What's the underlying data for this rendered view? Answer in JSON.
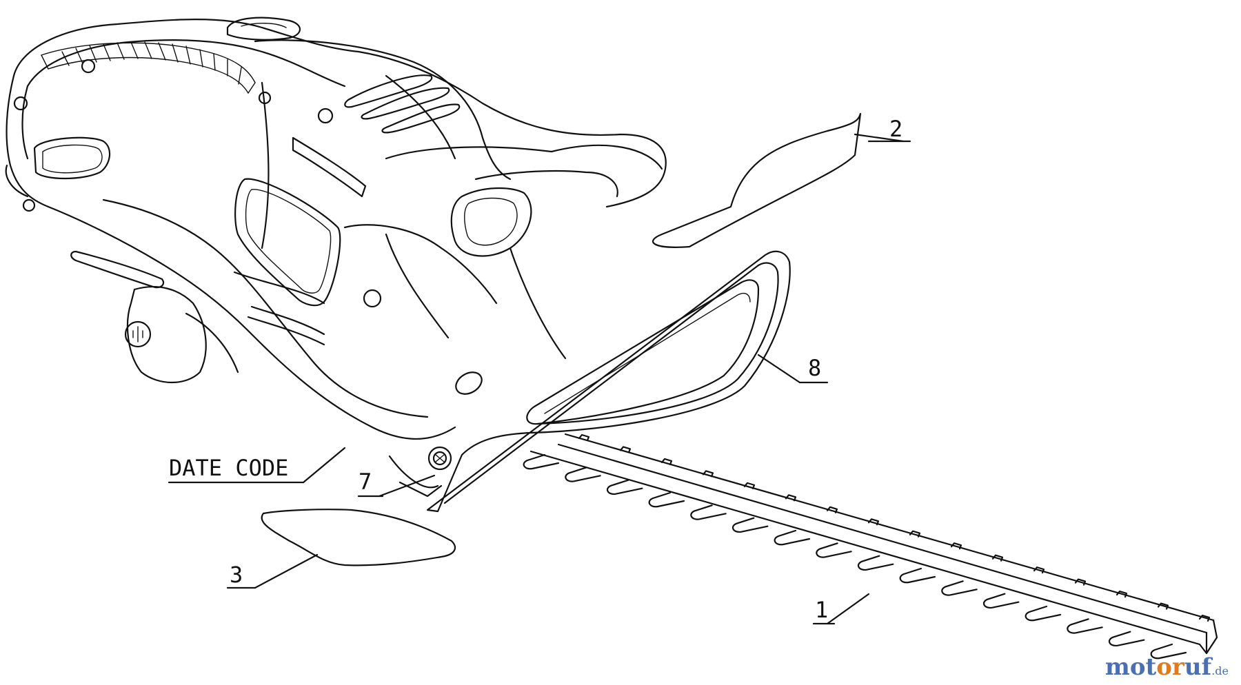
{
  "labels": {
    "part_1": "1",
    "part_2": "2",
    "part_3": "3",
    "part_7": "7",
    "part_8": "8",
    "date_code": "DATE CODE"
  },
  "watermark": {
    "brand_a": "mot",
    "brand_b": "or",
    "brand_c": "uf",
    "tld": ".de"
  }
}
